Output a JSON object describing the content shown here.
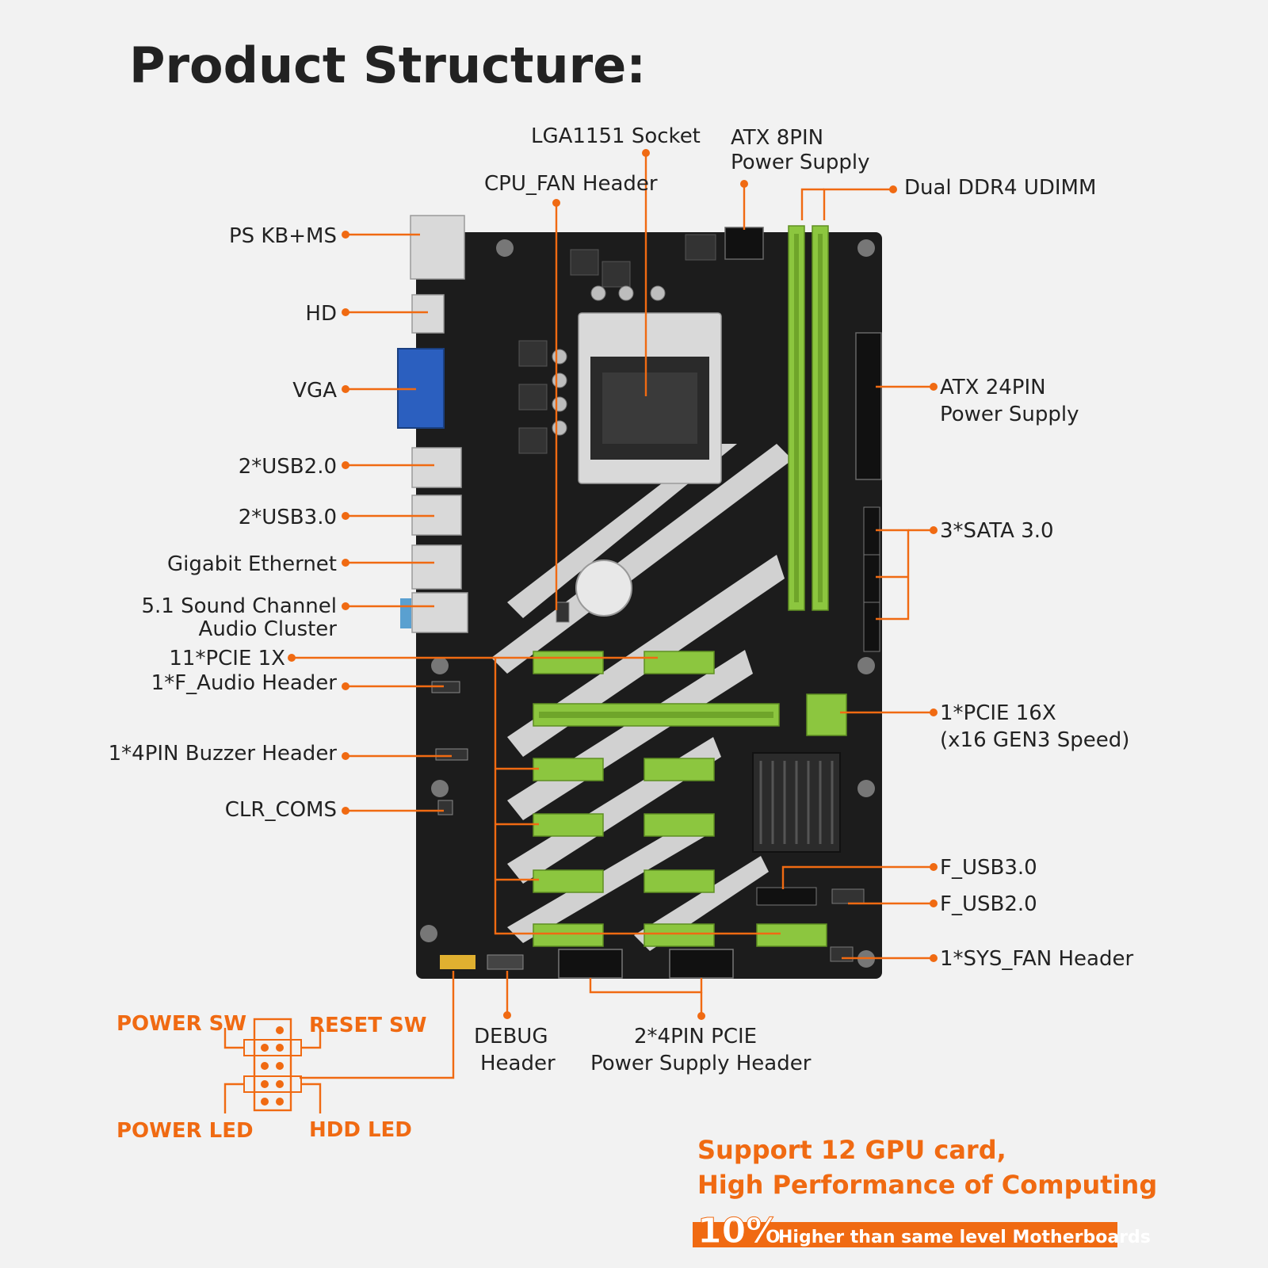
{
  "title": "Product Structure:",
  "labels": {
    "lga1151_socket": "LGA1151 Socket",
    "cpu_fan_header": "CPU_FAN Header",
    "atx_8pin_line1": "ATX 8PIN",
    "atx_8pin_line2": "Power Supply",
    "dual_ddr4": "Dual DDR4 UDIMM",
    "ps_kb_ms": "PS KB+MS",
    "hd": "HD",
    "vga": "VGA",
    "usb20": "2*USB2.0",
    "usb30": "2*USB3.0",
    "gigabit_ethernet": "Gigabit Ethernet",
    "sound_line1": "5.1 Sound Channel",
    "sound_line2": "Audio Cluster",
    "pcie_1x": "11*PCIE 1X",
    "f_audio": "1*F_Audio Header",
    "buzzer": "1*4PIN Buzzer Header",
    "clr_coms": "CLR_COMS",
    "atx_24pin_line1": "ATX 24PIN",
    "atx_24pin_line2": "Power Supply",
    "sata": "3*SATA 3.0",
    "pcie_16x_line1": "1*PCIE 16X",
    "pcie_16x_line2": "(x16 GEN3 Speed)",
    "f_usb30": "F_USB3.0",
    "f_usb20": "F_USB2.0",
    "sys_fan": "1*SYS_FAN Header",
    "debug_line1": "DEBUG",
    "debug_line2": "Header",
    "pcie_power_line1": "2*4PIN PCIE",
    "pcie_power_line2": "Power Supply Header"
  },
  "panel_header": {
    "power_sw": "POWER SW",
    "reset_sw": "RESET SW",
    "power_led": "POWER LED",
    "hdd_led": "HDD  LED"
  },
  "promo": {
    "line1": "Support 12 GPU card,",
    "line2": "High Performance of Computing",
    "percent": "10%",
    "tagline": "Higher than same level Motherboards"
  },
  "colors": {
    "accent": "#f06a12",
    "pcb": "#1c1c1c",
    "slot_green": "#8cc63f",
    "background": "#f2f2f2"
  }
}
